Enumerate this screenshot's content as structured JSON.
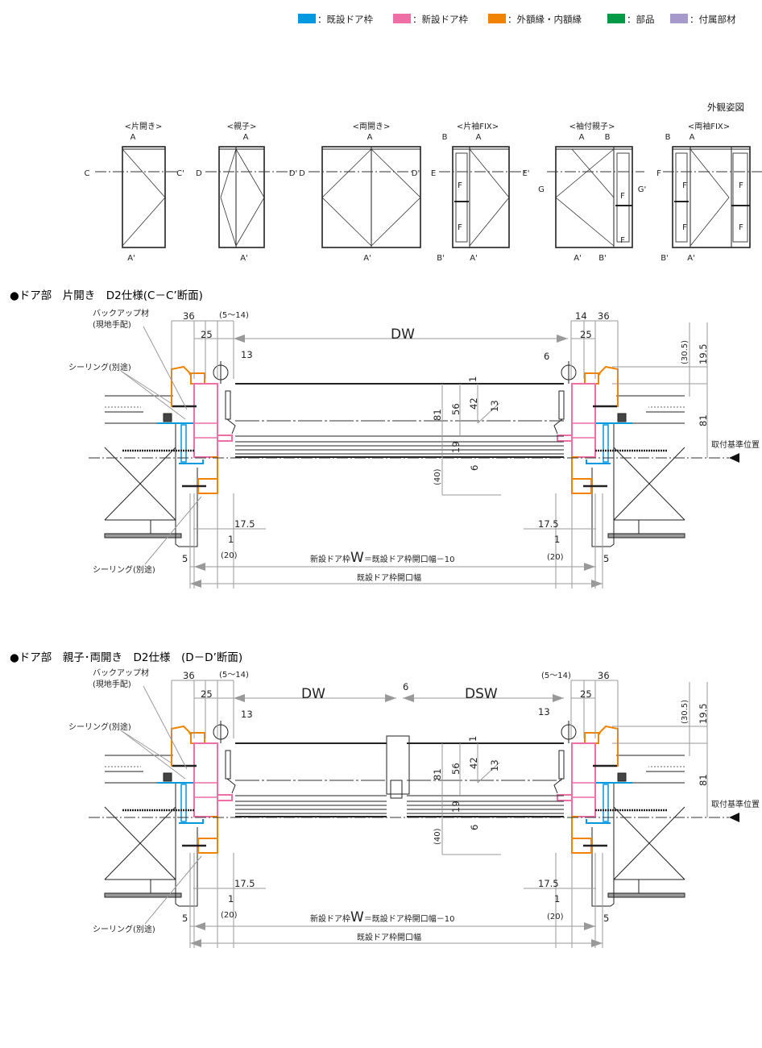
{
  "legend": [
    {
      "label": "：既設ドア枠",
      "color": "#0099e0"
    },
    {
      "label": "：新設ドア枠",
      "color": "#ee6fa5"
    },
    {
      "label": "：外額縁・内額縁",
      "color": "#f08300"
    },
    {
      "label": "：部品",
      "color": "#009944"
    },
    {
      "label": "：付属部材",
      "color": "#a59aca"
    }
  ],
  "elevations": {
    "title": "外観姿図",
    "views": [
      {
        "label": "<片開き>",
        "marks": [
          "A",
          "A'",
          "C",
          "C'"
        ]
      },
      {
        "label": "<親子>",
        "marks": [
          "A",
          "A'",
          "D",
          "D'"
        ]
      },
      {
        "label": "<両開き>",
        "marks": [
          "A",
          "A'",
          "D",
          "D'"
        ]
      },
      {
        "label": "<片袖FIX>",
        "marks": [
          "B",
          "A",
          "B'",
          "A'",
          "E",
          "E'",
          "F",
          "F"
        ]
      },
      {
        "label": "<袖付親子>",
        "marks": [
          "A",
          "B",
          "A'",
          "B'",
          "G",
          "G'",
          "F",
          "F"
        ]
      },
      {
        "label": "<両袖FIX>",
        "marks": [
          "B",
          "A",
          "B'",
          "A'",
          "F",
          "F",
          "F",
          "F",
          "F"
        ]
      }
    ]
  },
  "sections": [
    {
      "title": "●ドア部　片開き　D2仕様(C－C’断面)",
      "notes": {
        "backup": "バックアップ材",
        "backup_sub": "(現地手配)",
        "sealing_top": "シーリング(別途)",
        "sealing_bottom": "シーリング(別途)",
        "reference": "取付基準位置"
      },
      "dims": {
        "l36": "36",
        "l514": "(5～14)",
        "l25": "25",
        "l13": "13",
        "dw": "DW",
        "r6": "6",
        "r14": "14",
        "r36": "36",
        "r25": "25",
        "h30_5": "(30.5)",
        "h19_5": "19.5",
        "h81r": "81",
        "m1": "1",
        "m42": "42",
        "m56": "56",
        "m81": "81",
        "m13": "13",
        "m19": "19",
        "m6": "6",
        "m40": "(40)",
        "l17_5": "17.5",
        "l1": "1",
        "l20": "(20)",
        "l5": "5",
        "r17_5": "17.5",
        "r1": "1",
        "r20": "(20)",
        "r5": "5",
        "new_w_pre": "新設ドア枠",
        "new_w_big": "W",
        "new_w_post": "＝既設ドア枠開口幅－10",
        "existing": "既設ドア枠開口幅"
      }
    },
    {
      "title": "●ドア部　親子･両開き　D2仕様　(D－D’断面)",
      "notes": {
        "backup": "バックアップ材",
        "backup_sub": "(現地手配)",
        "sealing_top": "シーリング(別途)",
        "sealing_bottom": "シーリング(別途)",
        "reference": "取付基準位置"
      },
      "dims": {
        "l36": "36",
        "l514": "(5～14)",
        "l25": "25",
        "l13": "13",
        "dw": "DW",
        "c6": "6",
        "dsw": "DSW",
        "r514": "(5～14)",
        "r36": "36",
        "r25": "25",
        "r13": "13",
        "h30_5": "(30.5)",
        "h19_5": "19.5",
        "h81r": "81",
        "m1": "1",
        "m42": "42",
        "m56": "56",
        "m81": "81",
        "m13": "13",
        "m19": "19",
        "m6": "6",
        "m40": "(40)",
        "l17_5": "17.5",
        "l1": "1",
        "l20": "(20)",
        "l5": "5",
        "r17_5": "17.5",
        "r1": "1",
        "r20": "(20)",
        "r5": "5",
        "new_w_pre": "新設ドア枠",
        "new_w_big": "W",
        "new_w_post": "＝既設ドア枠開口幅－10",
        "existing": "既設ドア枠開口幅"
      }
    }
  ]
}
